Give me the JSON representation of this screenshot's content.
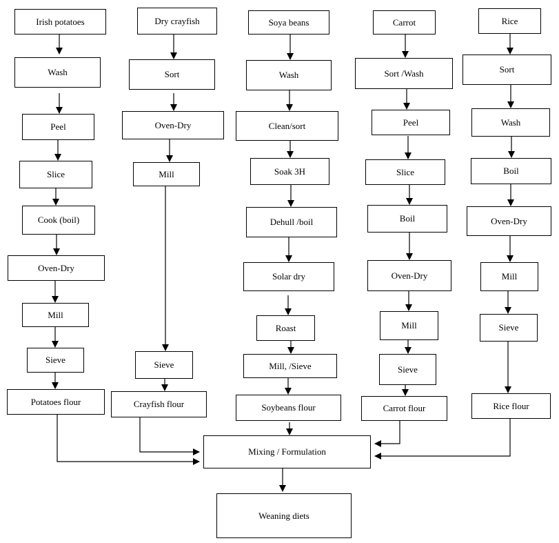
{
  "columns": [
    {
      "name": "irish-potatoes",
      "steps": [
        "Irish potatoes",
        "Wash",
        "Peel",
        "Slice",
        "Cook (boil)",
        "Oven-Dry",
        "Mill",
        "Sieve",
        "Potatoes flour"
      ]
    },
    {
      "name": "dry-crayfish",
      "steps": [
        "Dry crayfish",
        "Sort",
        "Oven-Dry",
        "Mill",
        "Sieve",
        "Crayfish flour"
      ]
    },
    {
      "name": "soya-beans",
      "steps": [
        "Soya beans",
        "Wash",
        "Clean/sort",
        "Soak 3H",
        "Dehull /boil",
        "Solar dry",
        "Roast",
        "Mill, /Sieve",
        "Soybeans flour"
      ]
    },
    {
      "name": "carrot",
      "steps": [
        "Carrot",
        "Sort /Wash",
        "Peel",
        "Slice",
        "Boil",
        "Oven-Dry",
        "Mill",
        "Sieve",
        "Carrot flour"
      ]
    },
    {
      "name": "rice",
      "steps": [
        "Rice",
        "Sort",
        "Wash",
        "Boil",
        "Oven-Dry",
        "Mill",
        "Sieve",
        "Rice flour"
      ]
    }
  ],
  "mixing": "Mixing / Formulation",
  "output": "Weaning diets"
}
